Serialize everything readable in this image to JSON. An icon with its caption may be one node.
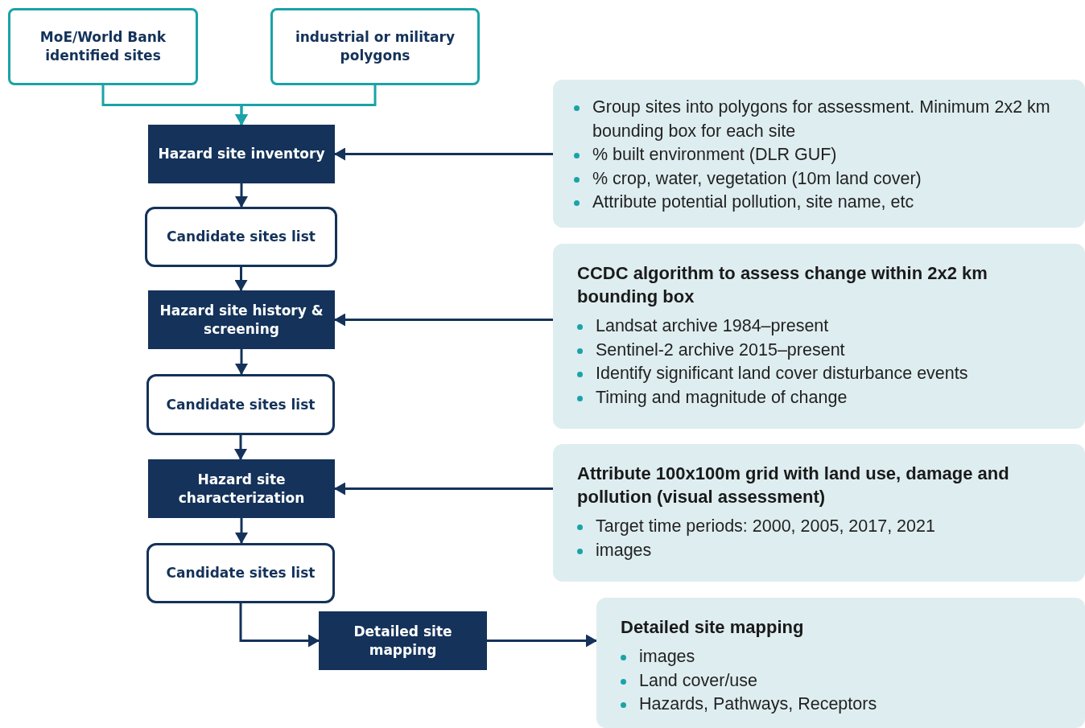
{
  "diagram": {
    "nodes": [
      {
        "text": [
          "MoE/World Bank identified sites"
        ]
      },
      {
        "text": [
          "industrial or military polygons"
        ]
      },
      {
        "text": [
          "Hazard site inventory"
        ]
      },
      {
        "text": [
          "Candidate sites list"
        ]
      },
      {
        "text": [
          "Hazard site history & screening"
        ]
      },
      {
        "text": [
          "Candidate sites list"
        ]
      },
      {
        "text": [
          "Hazard site characterization"
        ]
      },
      {
        "text": [
          "Candidate sites list"
        ]
      },
      {
        "text": [
          "Detailed site mapping"
        ]
      },
      {
        "text": [
          "Group sites into polygons for assessment. Minimum 2x2 km bounding box for each site",
          "% built environment (DLR GUF)",
          "% crop, water, vegetation (10m land cover)",
          "Attribute potential pollution, site name, etc"
        ]
      },
      {
        "text": [
          "CCDC algorithm to assess change within 2x2 km bounding box",
          "Landsat archive 1984–present",
          "Sentinel-2 archive 2015–present",
          "Identify significant land cover disturbance events",
          "Timing and magnitude of change"
        ]
      },
      {
        "text": [
          "Attribute 100x100m grid with land use, damage and pollution (visual assessment)",
          "Target time periods: 2000, 2005, 2017, 2021",
          "images"
        ]
      },
      {
        "text": [
          "Detailed site mapping",
          "images",
          "Land cover/use",
          "Hazards, Pathways, Receptors"
        ]
      }
    ],
    "edges": [
      {
        "from": 0,
        "to": 2,
        "arrow": "to",
        "color": "#1aa3a8"
      },
      {
        "from": 1,
        "to": 2,
        "arrow": "to",
        "color": "#1aa3a8"
      },
      {
        "from": 9,
        "to": 2,
        "arrow": "to"
      },
      {
        "from": 2,
        "to": 3,
        "arrow": "to"
      },
      {
        "from": 3,
        "to": 4,
        "arrow": "to"
      },
      {
        "from": 10,
        "to": 4,
        "arrow": "to"
      },
      {
        "from": 4,
        "to": 5,
        "arrow": "to"
      },
      {
        "from": 5,
        "to": 6,
        "arrow": "to"
      },
      {
        "from": 11,
        "to": 6,
        "arrow": "to"
      },
      {
        "from": 6,
        "to": 7,
        "arrow": "to"
      },
      {
        "from": 7,
        "to": 8,
        "arrow": "to"
      },
      {
        "from": 8,
        "to": 12,
        "arrow": "to"
      }
    ]
  }
}
